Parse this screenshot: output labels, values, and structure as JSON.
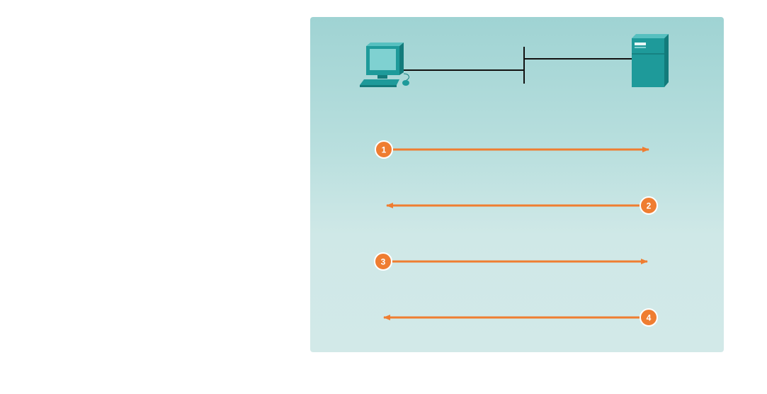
{
  "diagram": {
    "colors": {
      "panel_top": "#9fd3d3",
      "panel_bottom": "#d2e9e8",
      "arrow": "#ef7d31",
      "badge_fill": "#ef7d31",
      "badge_stroke": "#ffffff",
      "device": "#1e9a9a",
      "cable": "#111111"
    },
    "devices": [
      {
        "name": "pc",
        "icon": "computer-icon"
      },
      {
        "name": "server",
        "icon": "server-icon"
      }
    ],
    "steps": [
      {
        "number": "1",
        "direction": "right"
      },
      {
        "number": "2",
        "direction": "left"
      },
      {
        "number": "3",
        "direction": "right"
      },
      {
        "number": "4",
        "direction": "left"
      }
    ]
  }
}
